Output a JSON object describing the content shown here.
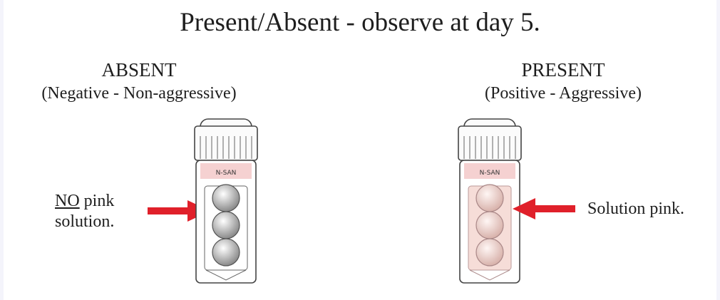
{
  "title": "Present/Absent - observe at day 5.",
  "panels": {
    "absent": {
      "heading": "ABSENT",
      "subheading": "(Negative - Non-aggressive)",
      "note_underlined": "NO",
      "note_rest": " pink",
      "note_line2": "solution.",
      "solution_color": "#ffffff"
    },
    "present": {
      "heading": "PRESENT",
      "subheading": "(Positive - Aggressive)",
      "note": "Solution pink.",
      "solution_color": "#f6ddd8"
    }
  },
  "vial_label": "N-SAN",
  "colors": {
    "arrow": "#e0202a",
    "label_band": "#e89898"
  }
}
